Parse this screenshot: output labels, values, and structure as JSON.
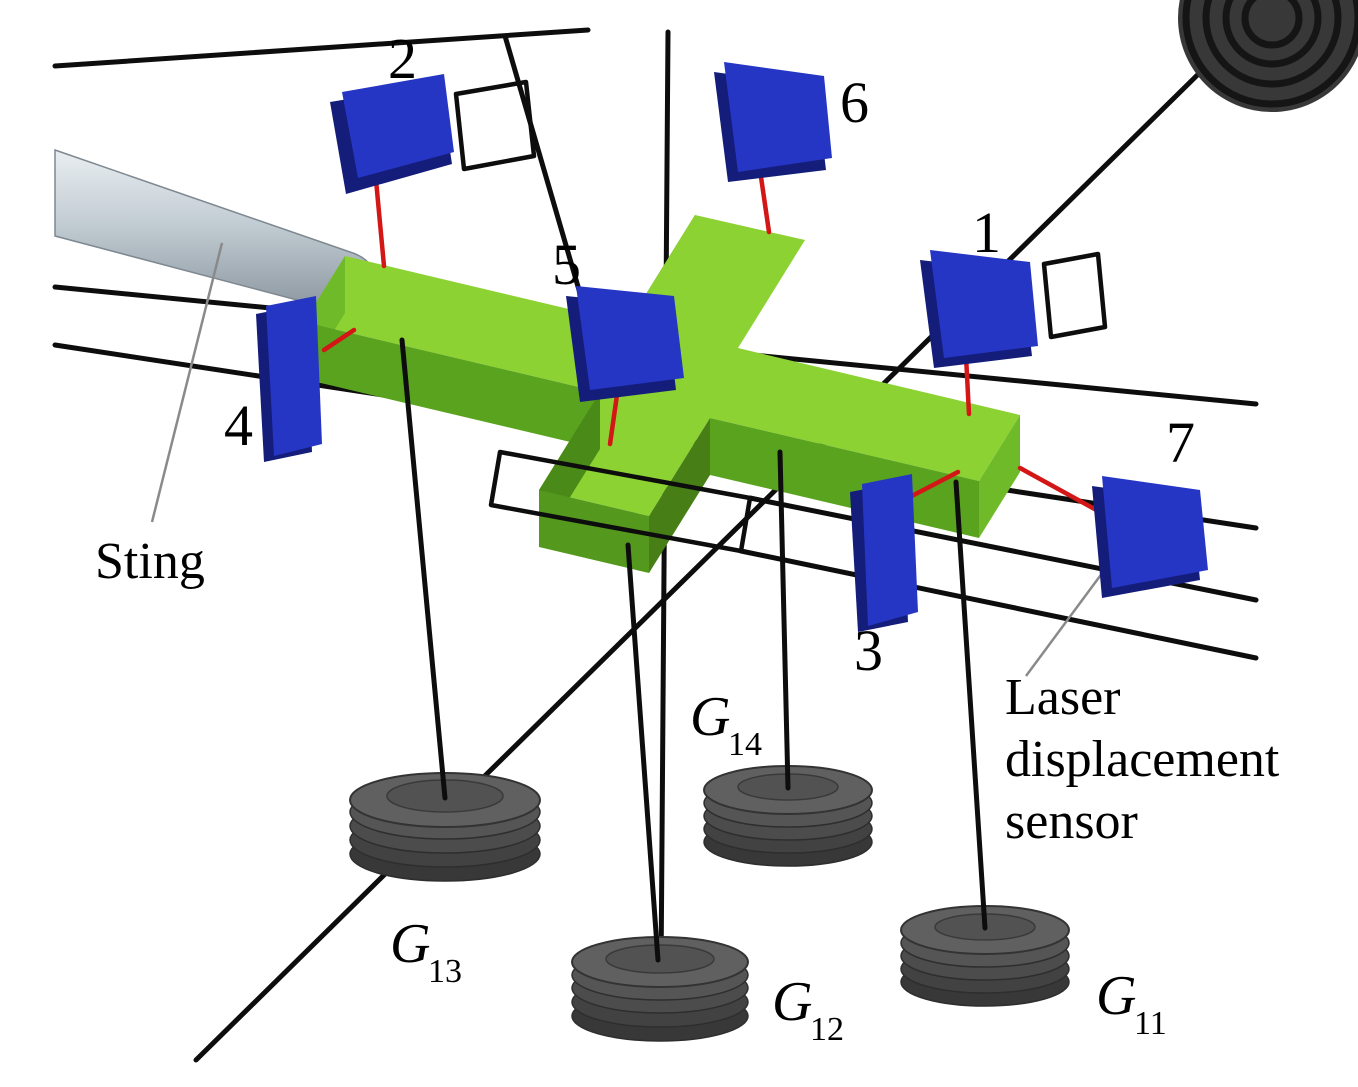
{
  "labels": {
    "s1": "1",
    "s2": "2",
    "s3": "3",
    "s4": "4",
    "s5": "5",
    "s6": "6",
    "s7": "7",
    "sting": "Sting",
    "laser_line1": "Laser",
    "laser_line2": "displacement",
    "laser_line3": "sensor",
    "g11_base": "G",
    "g11_sub": "11",
    "g12_base": "G",
    "g12_sub": "12",
    "g13_base": "G",
    "g13_sub": "13",
    "g14_base": "G",
    "g14_sub": "14"
  },
  "colors": {
    "sensor_blue": "#2636c4",
    "sensor_blue_dark": "#141d7a",
    "block_green_top": "#8dd233",
    "block_green_front": "#5aa31f",
    "block_green_side": "#4a8a18",
    "laser_red": "#d31616",
    "wire_black": "#0d0d0d",
    "weight_gray": "#4c4c4c",
    "sting_gray": "#b6c0c8"
  }
}
